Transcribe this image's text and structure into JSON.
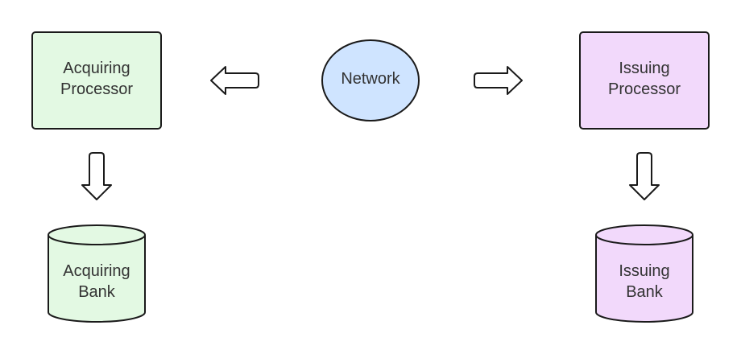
{
  "diagram": {
    "network": {
      "label": "Network",
      "fill": "#cfe4ff"
    },
    "acquiring_processor": {
      "line1": "Acquiring",
      "line2": "Processor",
      "fill": "#e3f9e3"
    },
    "issuing_processor": {
      "line1": "Issuing",
      "line2": "Processor",
      "fill": "#f2d9fb"
    },
    "acquiring_bank": {
      "line1": "Acquiring",
      "line2": "Bank",
      "fill": "#e3f9e3"
    },
    "issuing_bank": {
      "line1": "Issuing",
      "line2": "Bank",
      "fill": "#f2d9fb"
    },
    "arrows": [
      {
        "from": "Network",
        "to": "Acquiring Processor",
        "direction": "left"
      },
      {
        "from": "Network",
        "to": "Issuing Processor",
        "direction": "right"
      },
      {
        "from": "Acquiring Processor",
        "to": "Acquiring Bank",
        "direction": "down"
      },
      {
        "from": "Issuing Processor",
        "to": "Issuing Bank",
        "direction": "down"
      }
    ]
  }
}
